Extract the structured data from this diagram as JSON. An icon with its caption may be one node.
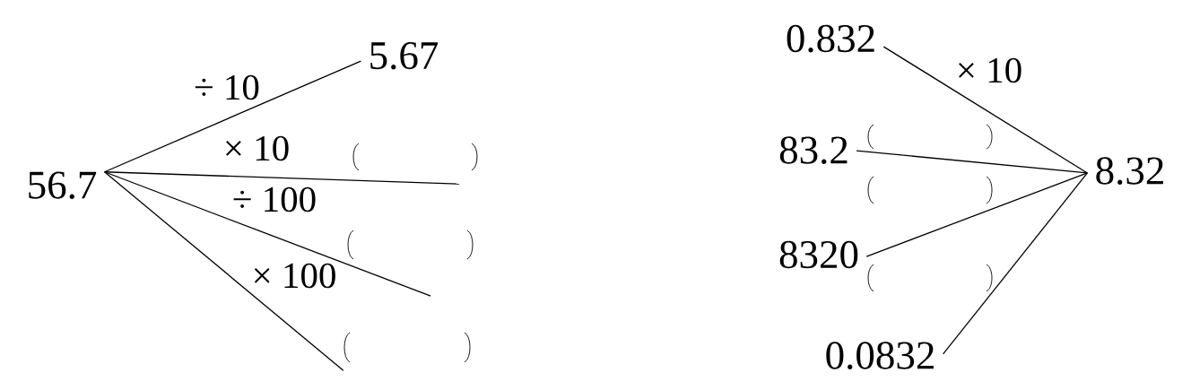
{
  "diagram": {
    "nodes": [
      {
        "text": [
          "56.7"
        ]
      },
      {
        "text": [
          "5.67"
        ]
      },
      {
        "text": [],
        "shape": "parentheses"
      },
      {
        "text": [],
        "shape": "parentheses"
      },
      {
        "text": [],
        "shape": "parentheses"
      },
      {
        "text": [
          "0.832"
        ]
      },
      {
        "text": [],
        "shape": "parentheses"
      },
      {
        "text": [
          "83.2"
        ]
      },
      {
        "text": [
          "8.32"
        ]
      },
      {
        "text": [],
        "shape": "parentheses"
      },
      {
        "text": [
          "8320"
        ]
      },
      {
        "text": [],
        "shape": "parentheses"
      },
      {
        "text": [
          "0.0832"
        ]
      }
    ],
    "edges": [
      {
        "from": 0,
        "to": 1,
        "arrow": "none",
        "label": "÷ 10"
      },
      {
        "from": 0,
        "to": 2,
        "arrow": "none",
        "label": "× 10"
      },
      {
        "from": 0,
        "to": 3,
        "arrow": "none",
        "label": "÷ 100"
      },
      {
        "from": 0,
        "to": 4,
        "arrow": "none",
        "label": "× 100"
      },
      {
        "from": 5,
        "to": 8,
        "arrow": "none",
        "label": "× 10"
      },
      {
        "from": 7,
        "to": 8,
        "arrow": "none"
      },
      {
        "from": 10,
        "to": 8,
        "arrow": "none"
      },
      {
        "from": 12,
        "to": 8,
        "arrow": "none"
      }
    ]
  }
}
